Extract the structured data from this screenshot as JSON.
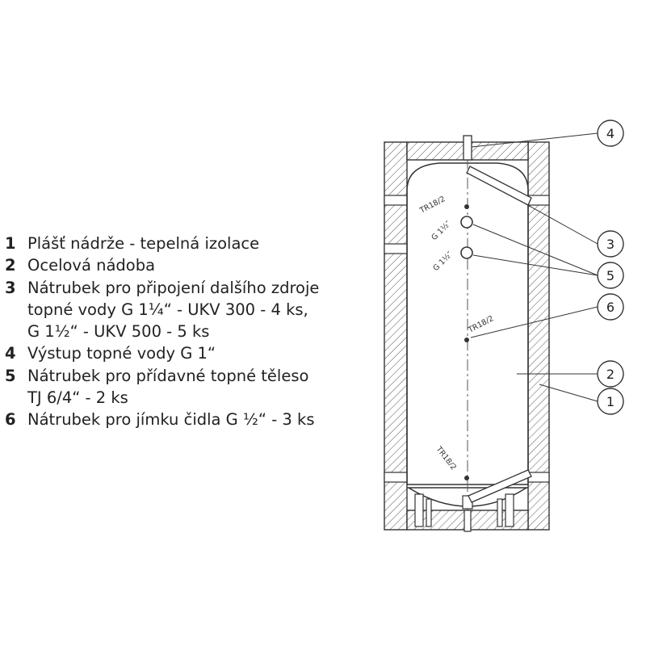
{
  "legend": {
    "items": [
      {
        "num": "1",
        "lines": [
          "Plášť nádrže - tepelná izolace"
        ]
      },
      {
        "num": "2",
        "lines": [
          "Ocelová nádoba"
        ]
      },
      {
        "num": "3",
        "lines": [
          "Nátrubek pro připojení dalšího zdroje",
          "topné vody G 1¼“ - UKV 300 - 4 ks,",
          "G 1½“ - UKV 500 - 5 ks"
        ]
      },
      {
        "num": "4",
        "lines": [
          "Výstup topné vody G 1“"
        ]
      },
      {
        "num": "5",
        "lines": [
          "Nátrubek pro přídavné topné těleso",
          "TJ 6/4“ - 2 ks"
        ]
      },
      {
        "num": "6",
        "lines": [
          "Nátrubek pro jímku čidla G ½“ - 3 ks"
        ]
      }
    ]
  },
  "drawing": {
    "labels": {
      "tr_top": "TR18/2",
      "g1": "G 1½″",
      "g2": "G 1½″",
      "tr_mid": "TR18/2",
      "tr_bot": "TR18/2"
    },
    "callouts": {
      "c4": "4",
      "c3": "3",
      "c5": "5",
      "c6": "6",
      "c2": "2",
      "c1": "1"
    },
    "colors": {
      "line": "#333333",
      "hatch": "#555555"
    }
  }
}
